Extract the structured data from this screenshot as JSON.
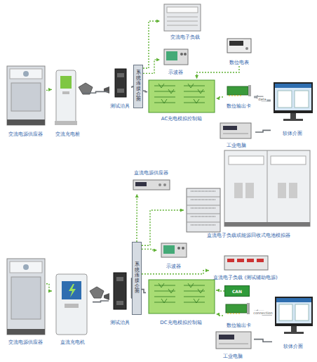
{
  "diagram": {
    "nodes": [
      {
        "text": [
          "交流电源供应器"
        ]
      },
      {
        "text": [
          "交流充电桩"
        ]
      },
      {
        "text": [
          "测试治具"
        ]
      },
      {
        "text": [
          "系统连接介面"
        ]
      },
      {
        "text": [
          "交流电子负载"
        ]
      },
      {
        "text": [
          "示波器"
        ]
      },
      {
        "text": [
          "数位电表"
        ]
      },
      {
        "text": [
          "AC充电模拟控制箱"
        ]
      },
      {
        "text": [
          "数位输出卡"
        ]
      },
      {
        "text": [
          "工业电脑"
        ]
      },
      {
        "text": [
          "软体介面"
        ]
      },
      {
        "text": [
          "直流电源供应器"
        ]
      },
      {
        "text": [
          "直流电子负载或能源回收式电池模拟器"
        ]
      },
      {
        "text": [
          "示波器"
        ]
      },
      {
        "text": [
          "直流电子负载 (测试辅助电源)"
        ]
      },
      {
        "text": [
          "交流电源供应器"
        ]
      },
      {
        "text": [
          "直流充电机"
        ]
      },
      {
        "text": [
          "测试治具"
        ]
      },
      {
        "text": [
          "系统连接介面"
        ]
      },
      {
        "text": [
          "DC充电模拟控制箱"
        ]
      },
      {
        "text": [
          "CAN"
        ]
      },
      {
        "text": [
          "数位输出卡"
        ]
      },
      {
        "text": [
          "工业电脑"
        ]
      },
      {
        "text": [
          "软体介面"
        ]
      }
    ],
    "edges": [
      {
        "from": 0,
        "to": 1,
        "arrow": "to"
      },
      {
        "from": 1,
        "to": 2,
        "arrow": "none"
      },
      {
        "from": 2,
        "to": 3,
        "arrow": "none"
      },
      {
        "from": 3,
        "to": 4,
        "arrow": "to"
      },
      {
        "from": 3,
        "to": 5,
        "arrow": "to"
      },
      {
        "from": 7,
        "to": 3,
        "arrow": "none"
      },
      {
        "from": 6,
        "to": 7,
        "arrow": "to"
      },
      {
        "from": 8,
        "to": 7,
        "arrow": "to"
      },
      {
        "from": 10,
        "to": 8,
        "label": "data",
        "arrow": "to"
      },
      {
        "from": 9,
        "to": 10,
        "arrow": "none"
      },
      {
        "from": 15,
        "to": 16,
        "arrow": "to"
      },
      {
        "from": 16,
        "to": 17,
        "arrow": "none"
      },
      {
        "from": 17,
        "to": 18,
        "arrow": "none"
      },
      {
        "from": 18,
        "to": 11,
        "arrow": "to"
      },
      {
        "from": 18,
        "to": 12,
        "arrow": "to"
      },
      {
        "from": 18,
        "to": 13,
        "arrow": "to"
      },
      {
        "from": 18,
        "to": 14,
        "arrow": "to"
      },
      {
        "from": 19,
        "to": 18,
        "arrow": "none"
      },
      {
        "from": 20,
        "to": 19,
        "arrow": "to"
      },
      {
        "from": 21,
        "to": 19,
        "arrow": "to"
      },
      {
        "from": 23,
        "to": 21,
        "label": "connection",
        "arrow": "to"
      },
      {
        "from": 22,
        "to": 23,
        "arrow": "none"
      }
    ]
  }
}
